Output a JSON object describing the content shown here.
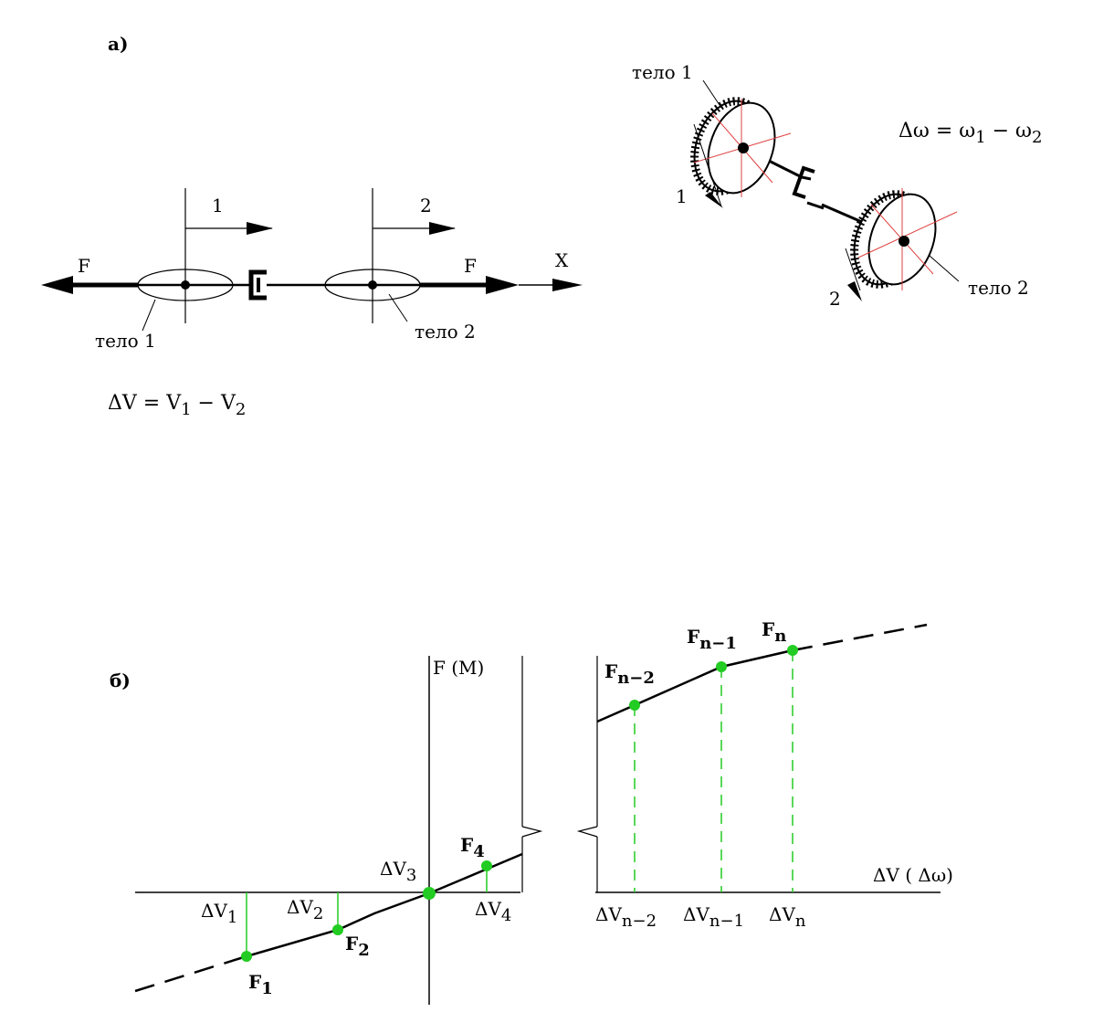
{
  "part_a": {
    "label": "а)",
    "linear": {
      "force_left": "F",
      "force_right": "F",
      "axis_x": "X",
      "arrow1": "1",
      "arrow2": "2",
      "body1": "тело 1",
      "body2": "тело 2",
      "formula": {
        "prefix": "ΔV = V",
        "s1": "1",
        "mid": " − V",
        "s2": "2"
      }
    },
    "rotational": {
      "body1": "тело 1",
      "body2": "тело 2",
      "arrow1": "1",
      "arrow2": "2",
      "formula": {
        "prefix": "Δω = ω",
        "s1": "1",
        "mid": " − ω",
        "s2": "2"
      }
    }
  },
  "part_b": {
    "label": "б)",
    "y_axis_label": "F (M)",
    "x_axis_label": "ΔV ( Δω)",
    "points_left": [
      {
        "f_main": "F",
        "f_sub": "1",
        "v_main": "ΔV",
        "v_sub": "1"
      },
      {
        "f_main": "F",
        "f_sub": "2",
        "v_main": "ΔV",
        "v_sub": "2"
      },
      {
        "f_main": "",
        "f_sub": "",
        "v_main": "ΔV",
        "v_sub": "3"
      },
      {
        "f_main": "F",
        "f_sub": "4",
        "v_main": "ΔV",
        "v_sub": "4"
      }
    ],
    "points_right": [
      {
        "f_main": "F",
        "f_sub": "n−2",
        "v_main": "ΔV",
        "v_sub": "n−2"
      },
      {
        "f_main": "F",
        "f_sub": "n−1",
        "v_main": "ΔV",
        "v_sub": "n−1"
      },
      {
        "f_main": "F",
        "f_sub": "n",
        "v_main": "ΔV",
        "v_sub": "n"
      }
    ],
    "colors": {
      "marker": "#22cc22",
      "dropline": "#22cc22",
      "curve": "#000000"
    }
  }
}
